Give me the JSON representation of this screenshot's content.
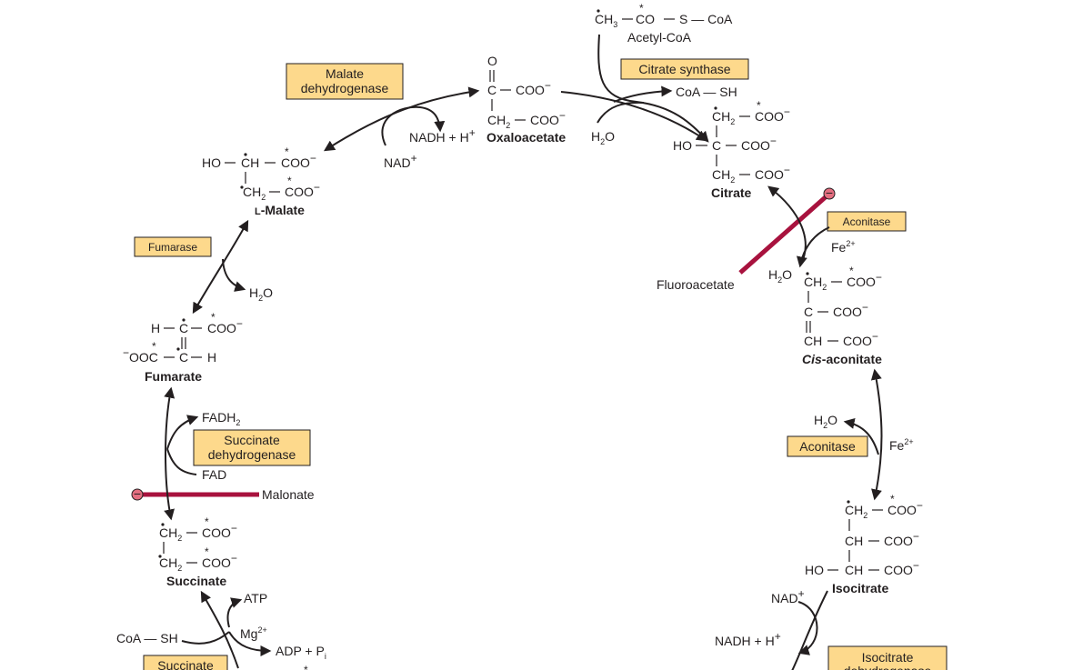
{
  "diagram": {
    "enzymes": {
      "citrate_synthase": "Citrate synthase",
      "aconitase": "Aconitase",
      "isocitrate_dh": [
        "Isocitrate",
        "dehydrogenase"
      ],
      "succinate_dh": [
        "Succinate",
        "dehydrogenase"
      ],
      "fumarase": "Fumarase",
      "malate_dh": [
        "Malate",
        "dehydrogenase"
      ],
      "succinyl_coa_synthetase": "Succinate"
    },
    "metabolites": {
      "acetyl_coa": "Acetyl-CoA",
      "oxaloacetate": "Oxaloacetate",
      "citrate": "Citrate",
      "cis_aconitate_prefix": "Cis",
      "cis_aconitate_suffix": "-aconitate",
      "isocitrate": "Isocitrate",
      "succinate": "Succinate",
      "fumarate": "Fumarate",
      "l_malate_prefix": "L",
      "l_malate_suffix": "-Malate"
    },
    "inhibitors": {
      "fluoroacetate": "Fluoroacetate",
      "malonate": "Malonate",
      "symbol": "−"
    },
    "cofactors": {
      "coa_sh": "CoA — SH",
      "h2o_prefix": "H",
      "h2o_sub": "2",
      "h2o_suffix": "O",
      "fe": "Fe",
      "fe_sup": "2+",
      "nad": "NAD",
      "nadh": "NADH + H",
      "plus": "+",
      "fadh": "FADH",
      "fadh_sub": "2",
      "fad": "FAD",
      "atp": "ATP",
      "mg": "Mg",
      "mg_sup": "2+",
      "adp_pi": "ADP + P",
      "pi_sub": "i"
    },
    "groups": {
      "ch3": "CH",
      "ch3_sub": "3",
      "co": "CO",
      "s_coa": "S — CoA",
      "coo": "COO",
      "neg": "−",
      "occ": "OOC",
      "ch2": "CH",
      "ch2_sub": "2",
      "c": "C",
      "ch": "CH",
      "h": "H",
      "ho": "HO",
      "o": "O",
      "star": "*"
    }
  }
}
